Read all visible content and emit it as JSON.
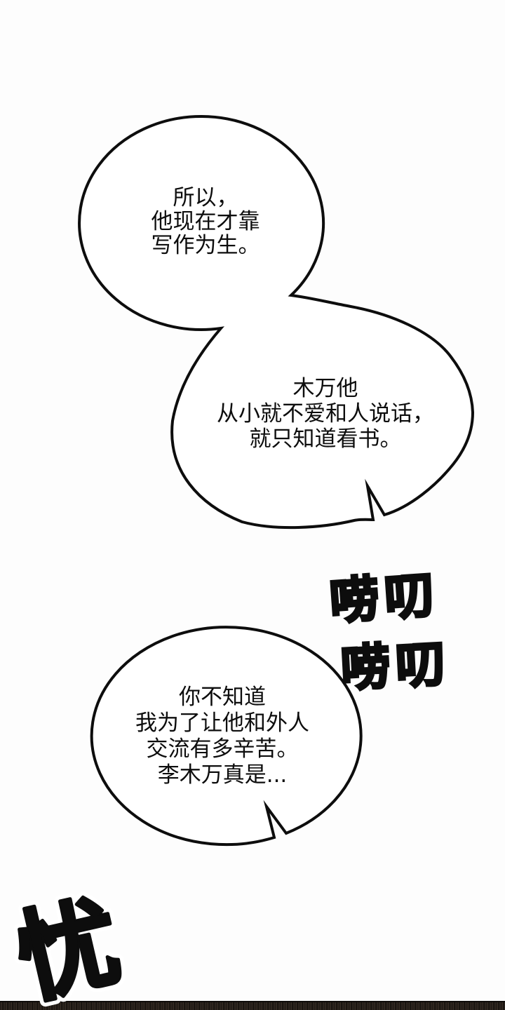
{
  "page": {
    "kind": "webtoon-panel",
    "background": "#fdfdfd"
  },
  "bubbles": [
    {
      "id": "bubble-1",
      "lines": [
        "所以，",
        "他现在才靠",
        "写作为生。"
      ]
    },
    {
      "id": "bubble-2",
      "lines": [
        "木万他",
        "从小就不爱和人说话，",
        "就只知道看书。"
      ]
    },
    {
      "id": "bubble-3",
      "lines": [
        "你不知道",
        "我为了让他和外人",
        "交流有多辛苦。",
        "李木万真是..."
      ]
    }
  ],
  "sfx": {
    "nag1": "唠叨",
    "nag2": "唠叨",
    "grumble": "忧"
  },
  "colors": {
    "ink": "#0d0d0d",
    "bubble_fill": "#ffffff",
    "strip_dark": "#191410",
    "strip_light": "#382e26",
    "grumble_outline": "#ffffff"
  }
}
